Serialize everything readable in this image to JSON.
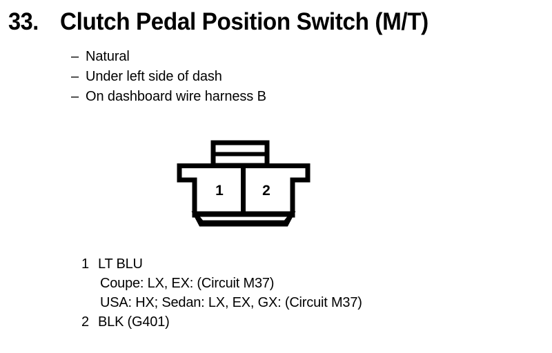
{
  "page": {
    "background_color": "#ffffff",
    "ink_color": "#000000"
  },
  "header": {
    "number": "33.",
    "title": "Clutch Pedal Position Switch (M/T)"
  },
  "description": {
    "dash": "–",
    "items": [
      {
        "text": "Natural"
      },
      {
        "text": "Under left side of dash"
      },
      {
        "text": "On dashboard wire harness B"
      }
    ]
  },
  "connector": {
    "name": "2-pin-connector",
    "cavities": [
      {
        "number": "1"
      },
      {
        "number": "2"
      }
    ]
  },
  "legend": {
    "rows": [
      {
        "number": "1",
        "text": "LT BLU",
        "sub": false
      },
      {
        "number": "",
        "text": "Coupe: LX, EX: (Circuit M37)",
        "sub": true
      },
      {
        "number": "",
        "text": "USA: HX; Sedan: LX, EX, GX: (Circuit M37)",
        "sub": true
      },
      {
        "number": "2",
        "text": "BLK (G401)",
        "sub": false
      }
    ]
  }
}
